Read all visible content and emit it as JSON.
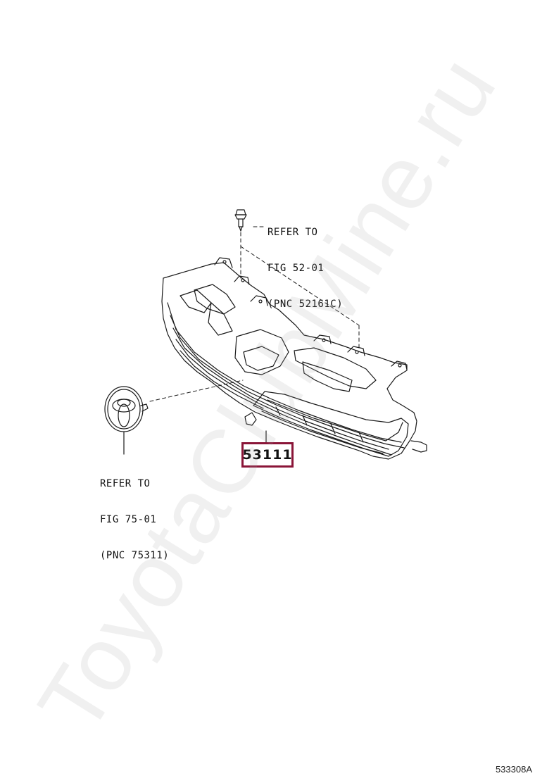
{
  "callouts": {
    "top": [
      "REFER TO",
      "FIG 52-01",
      "(PNC 52161C)"
    ],
    "left": [
      "REFER TO",
      "FIG 75-01",
      "(PNC 75311)"
    ]
  },
  "part_number": "53111",
  "figure_code": "533308A",
  "watermark": "ToyotaClubMine.ru",
  "colors": {
    "highlight_box": "#8a1538",
    "line": "#1a1a1a"
  },
  "parts": [
    {
      "name": "radiator grille",
      "icon": "grille-drawing"
    },
    {
      "name": "clip",
      "icon": "clip-fastener"
    },
    {
      "name": "emblem",
      "icon": "toyota-emblem"
    }
  ]
}
